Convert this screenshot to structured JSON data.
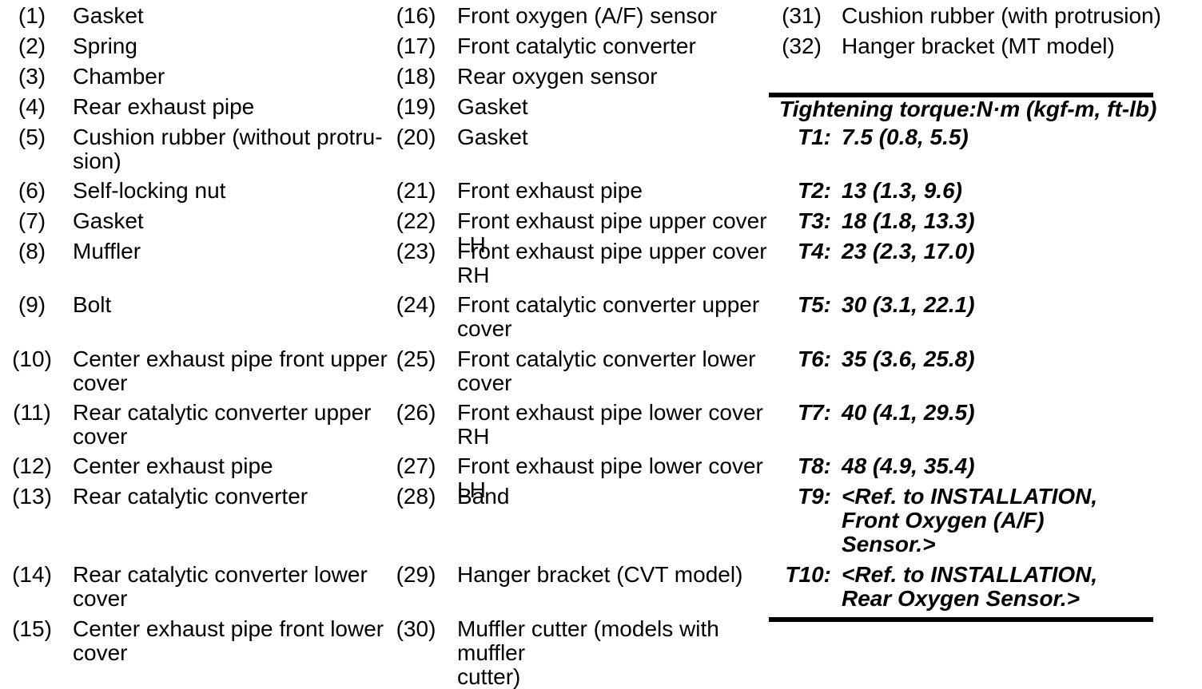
{
  "colors": {
    "background": "#ffffff",
    "text": "#000000",
    "rule": "#000000"
  },
  "parts_legend": {
    "column1": [
      {
        "num": "(1)",
        "label": "Gasket"
      },
      {
        "num": "(2)",
        "label": "Spring"
      },
      {
        "num": "(3)",
        "label": "Chamber"
      },
      {
        "num": "(4)",
        "label": "Rear exhaust pipe"
      },
      {
        "num": "(5)",
        "label": "Cushion rubber (without protru-\nsion)"
      },
      {
        "num": "(6)",
        "label": "Self-locking nut"
      },
      {
        "num": "(7)",
        "label": "Gasket"
      },
      {
        "num": "(8)",
        "label": "Muffler"
      },
      {
        "num": "(9)",
        "label": "Bolt"
      },
      {
        "num": "(10)",
        "label": "Center exhaust pipe front upper\ncover"
      },
      {
        "num": "(11)",
        "label": "Rear catalytic converter upper\ncover"
      },
      {
        "num": "(12)",
        "label": "Center exhaust pipe"
      },
      {
        "num": "(13)",
        "label": "Rear catalytic converter"
      },
      {
        "num": "(14)",
        "label": "Rear catalytic converter lower\ncover"
      },
      {
        "num": "(15)",
        "label": "Center exhaust pipe front lower\ncover"
      }
    ],
    "column2": [
      {
        "num": "(16)",
        "label": "Front oxygen (A/F) sensor"
      },
      {
        "num": "(17)",
        "label": "Front catalytic converter"
      },
      {
        "num": "(18)",
        "label": "Rear oxygen sensor"
      },
      {
        "num": "(19)",
        "label": "Gasket"
      },
      {
        "num": "(20)",
        "label": "Gasket"
      },
      {
        "num": "(21)",
        "label": "Front exhaust pipe"
      },
      {
        "num": "(22)",
        "label": "Front exhaust pipe upper cover LH"
      },
      {
        "num": "(23)",
        "label": "Front exhaust pipe upper cover\nRH"
      },
      {
        "num": "(24)",
        "label": "Front catalytic converter upper\ncover"
      },
      {
        "num": "(25)",
        "label": "Front catalytic converter lower\ncover"
      },
      {
        "num": "(26)",
        "label": "Front exhaust pipe lower cover RH"
      },
      {
        "num": "(27)",
        "label": "Front exhaust pipe lower cover LH"
      },
      {
        "num": "(28)",
        "label": "Band"
      },
      {
        "num": "(29)",
        "label": "Hanger bracket (CVT model)"
      },
      {
        "num": "(30)",
        "label": "Muffler cutter (models with muffler\ncutter)"
      }
    ],
    "column3": [
      {
        "num": "(31)",
        "label": "Cushion rubber (with protrusion)"
      },
      {
        "num": "(32)",
        "label": "Hanger bracket (MT model)"
      }
    ]
  },
  "torque_table": {
    "heading": "Tightening torque:N·m (kgf-m, ft-lb)",
    "entries": [
      {
        "label": "T1:",
        "value": "7.5 (0.8, 5.5)"
      },
      {
        "label": "T2:",
        "value": "13 (1.3, 9.6)"
      },
      {
        "label": "T3:",
        "value": "18 (1.8, 13.3)"
      },
      {
        "label": "T4:",
        "value": "23 (2.3, 17.0)"
      },
      {
        "label": "T5:",
        "value": "30 (3.1, 22.1)"
      },
      {
        "label": "T6:",
        "value": "35 (3.6, 25.8)"
      },
      {
        "label": "T7:",
        "value": "40 (4.1, 29.5)"
      },
      {
        "label": "T8:",
        "value": "48 (4.9, 35.4)"
      },
      {
        "label": "T9:",
        "value": "<Ref. to INSTALLATION,\nFront Oxygen (A/F)\nSensor.>"
      },
      {
        "label": "T10:",
        "value": "<Ref. to INSTALLATION,\nRear Oxygen Sensor.>"
      }
    ]
  }
}
